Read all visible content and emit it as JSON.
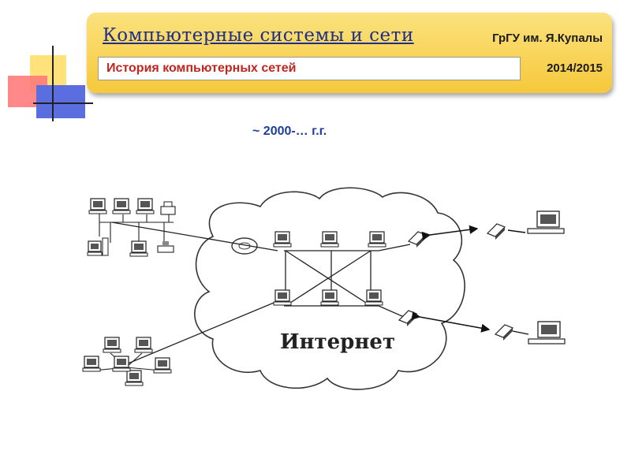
{
  "header": {
    "course_title": "Компьютерные системы и сети",
    "university": "ГрГУ им. Я.Купалы",
    "subtitle": "История компьютерных сетей",
    "year": "2014/2015"
  },
  "period_label": "~ 2000-… г.г.",
  "diagram": {
    "cloud_label": "Интернет"
  },
  "colors": {
    "banner": "#f6c83a",
    "title": "#1f2f86",
    "subtitle": "#c0251e",
    "period": "#1f3f9a"
  }
}
